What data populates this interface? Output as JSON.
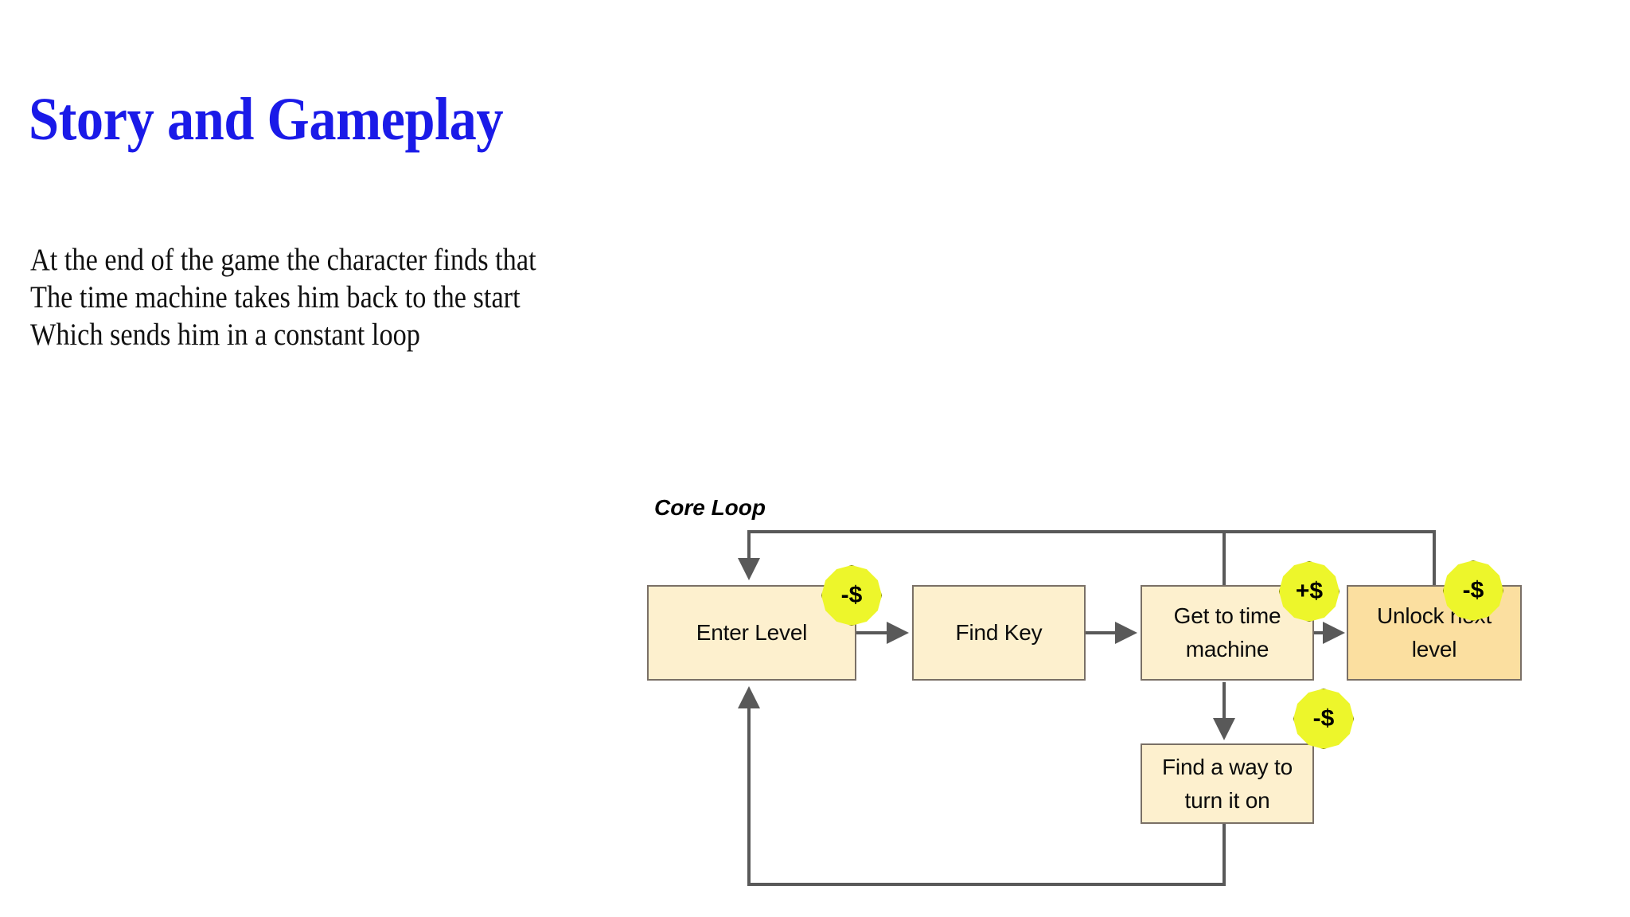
{
  "slide": {
    "title": "Story and Gameplay",
    "body_lines": [
      "At the end of the game the character finds that",
      "The time machine takes him back to the start",
      "Which sends him in a constant loop"
    ],
    "title_color": "#1a1ae8",
    "body_color": "#111111",
    "background_color": "#ffffff"
  },
  "diagram": {
    "label": "Core Loop",
    "colors": {
      "node_fill": "#fdf0ce",
      "node_fill_highlight": "#fbdfa0",
      "node_border": "#7a7066",
      "connector": "#595959",
      "badge_fill": "#edf62b",
      "badge_border": "#8f9400",
      "text": "#0b0b0b"
    },
    "nodes": [
      {
        "id": "enter-level",
        "label": "Enter Level",
        "highlight": false
      },
      {
        "id": "find-key",
        "label": "Find Key",
        "highlight": false
      },
      {
        "id": "get-to-time-machine",
        "label": "Get to time machine",
        "highlight": false
      },
      {
        "id": "unlock-next-level",
        "label": "Unlock next level",
        "highlight": true
      },
      {
        "id": "find-a-way-to-turn-it-on",
        "label": "Find a way to turn it on",
        "highlight": false
      }
    ],
    "badges": [
      {
        "id": "badge-enter-level",
        "value": "-$",
        "attached_to": "enter-level"
      },
      {
        "id": "badge-get-to-time-machine",
        "value": "+$",
        "attached_to": "get-to-time-machine"
      },
      {
        "id": "badge-unlock-next-level",
        "value": "-$",
        "attached_to": "unlock-next-level"
      },
      {
        "id": "badge-find-a-way-to-turn-it-on",
        "value": "-$",
        "attached_to": "find-a-way-to-turn-it-on"
      }
    ],
    "edges": [
      {
        "from": "enter-level",
        "to": "find-key"
      },
      {
        "from": "find-key",
        "to": "get-to-time-machine"
      },
      {
        "from": "get-to-time-machine",
        "to": "unlock-next-level"
      },
      {
        "from": "get-to-time-machine",
        "to": "find-a-way-to-turn-it-on"
      },
      {
        "from": "unlock-next-level",
        "to": "enter-level"
      },
      {
        "from": "find-a-way-to-turn-it-on",
        "to": "enter-level"
      }
    ]
  }
}
